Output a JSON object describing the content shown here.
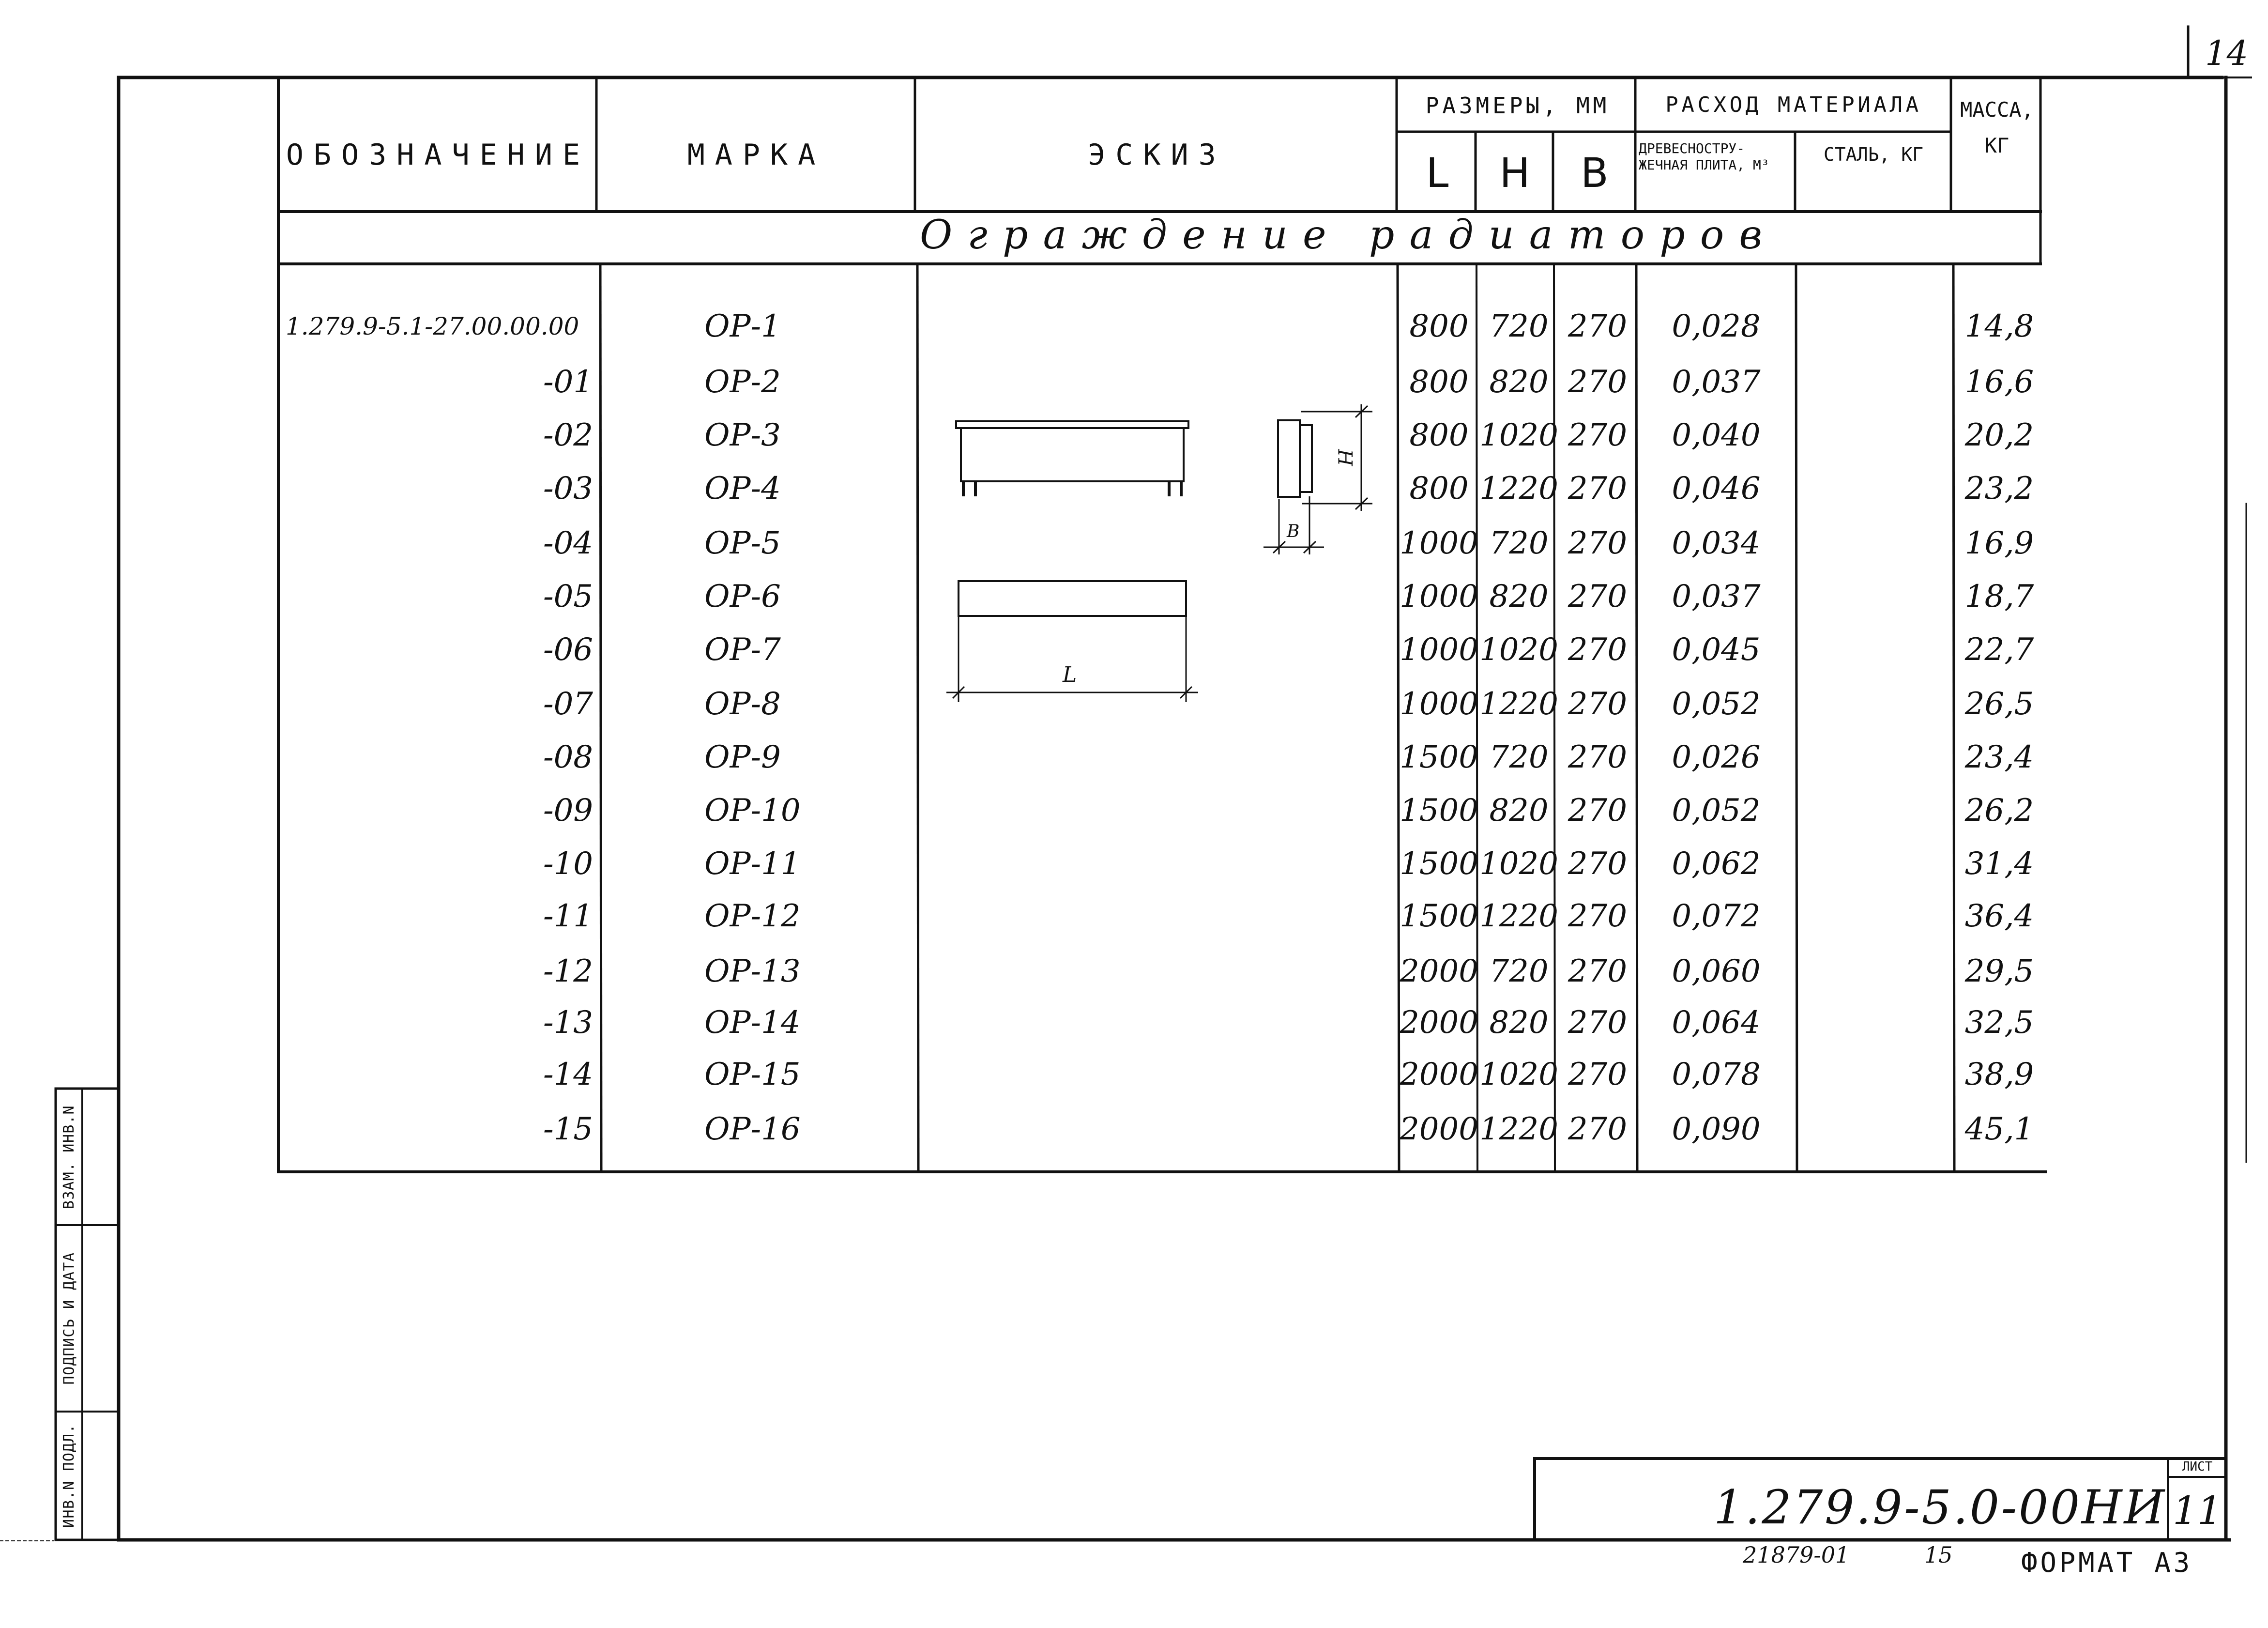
{
  "page_number": "14",
  "header": {
    "designation": "ОБОЗНАЧЕНИЕ",
    "mark": "МАРКА",
    "sketch": "ЭСКИЗ",
    "dimensions": "РАЗМЕРЫ, ММ",
    "dim_L": "L",
    "dim_H": "H",
    "dim_B": "B",
    "material": "РАСХОД МАТЕРИАЛА",
    "wood": "ДРЕВЕСНОСТРУ- ЖЕЧНАЯ ПЛИТА, М³",
    "steel": "СТАЛЬ, КГ",
    "mass": "МАССА, КГ"
  },
  "section_title": "Ограждение радиаторов",
  "sketch_labels": {
    "length": "L",
    "height": "H",
    "width": "B"
  },
  "rows": [
    {
      "designation": "1.279.9-5.1-27.00.00.00",
      "mark": "ОР-1",
      "L": "800",
      "H": "720",
      "B": "270",
      "wood": "0,028",
      "steel": "",
      "mass": "14,8"
    },
    {
      "designation": "-01",
      "mark": "ОР-2",
      "L": "800",
      "H": "820",
      "B": "270",
      "wood": "0,037",
      "steel": "",
      "mass": "16,6"
    },
    {
      "designation": "-02",
      "mark": "ОР-3",
      "L": "800",
      "H": "1020",
      "B": "270",
      "wood": "0,040",
      "steel": "",
      "mass": "20,2"
    },
    {
      "designation": "-03",
      "mark": "ОР-4",
      "L": "800",
      "H": "1220",
      "B": "270",
      "wood": "0,046",
      "steel": "",
      "mass": "23,2"
    },
    {
      "designation": "-04",
      "mark": "ОР-5",
      "L": "1000",
      "H": "720",
      "B": "270",
      "wood": "0,034",
      "steel": "",
      "mass": "16,9"
    },
    {
      "designation": "-05",
      "mark": "ОР-6",
      "L": "1000",
      "H": "820",
      "B": "270",
      "wood": "0,037",
      "steel": "",
      "mass": "18,7"
    },
    {
      "designation": "-06",
      "mark": "ОР-7",
      "L": "1000",
      "H": "1020",
      "B": "270",
      "wood": "0,045",
      "steel": "",
      "mass": "22,7"
    },
    {
      "designation": "-07",
      "mark": "ОР-8",
      "L": "1000",
      "H": "1220",
      "B": "270",
      "wood": "0,052",
      "steel": "",
      "mass": "26,5"
    },
    {
      "designation": "-08",
      "mark": "ОР-9",
      "L": "1500",
      "H": "720",
      "B": "270",
      "wood": "0,026",
      "steel": "",
      "mass": "23,4"
    },
    {
      "designation": "-09",
      "mark": "ОР-10",
      "L": "1500",
      "H": "820",
      "B": "270",
      "wood": "0,052",
      "steel": "",
      "mass": "26,2"
    },
    {
      "designation": "-10",
      "mark": "ОР-11",
      "L": "1500",
      "H": "1020",
      "B": "270",
      "wood": "0,062",
      "steel": "",
      "mass": "31,4"
    },
    {
      "designation": "-11",
      "mark": "ОР-12",
      "L": "1500",
      "H": "1220",
      "B": "270",
      "wood": "0,072",
      "steel": "",
      "mass": "36,4"
    },
    {
      "designation": "-12",
      "mark": "ОР-13",
      "L": "2000",
      "H": "720",
      "B": "270",
      "wood": "0,060",
      "steel": "",
      "mass": "29,5"
    },
    {
      "designation": "-13",
      "mark": "ОР-14",
      "L": "2000",
      "H": "820",
      "B": "270",
      "wood": "0,064",
      "steel": "",
      "mass": "32,5"
    },
    {
      "designation": "-14",
      "mark": "ОР-15",
      "L": "2000",
      "H": "1020",
      "B": "270",
      "wood": "0,078",
      "steel": "",
      "mass": "38,9"
    },
    {
      "designation": "-15",
      "mark": "ОР-16",
      "L": "2000",
      "H": "1220",
      "B": "270",
      "wood": "0,090",
      "steel": "",
      "mass": "45,1"
    }
  ],
  "side_stamp": {
    "inv_orig": "ИНВ.N ПОДЛ.",
    "sign_date": "ПОДПИСЬ И ДАТА",
    "replaces_inv": "ВЗАМ. ИНВ.N"
  },
  "title_block": {
    "code": "1.279.9-5.0-00НИ",
    "sheet_label": "ЛИСТ",
    "sheet": "11"
  },
  "footer": {
    "archive_number": "21879-01",
    "archive_sheet": "15",
    "format": "ФОРМАТ А3"
  }
}
